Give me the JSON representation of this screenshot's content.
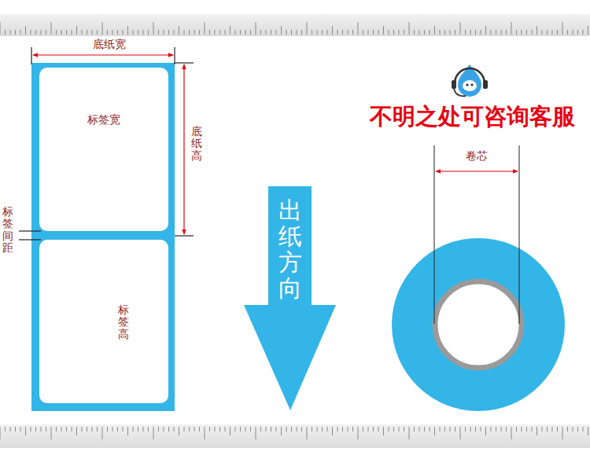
{
  "diagram": {
    "nodes": [
      {
        "text": [
          "标签宽"
        ]
      },
      {
        "text": [
          "标签高"
        ]
      },
      {
        "text": [
          "出纸方向"
        ]
      }
    ],
    "labels": [
      "底纸宽",
      "底纸高",
      "标签间距",
      "不明之处可咨询客服",
      "卷芯"
    ]
  }
}
